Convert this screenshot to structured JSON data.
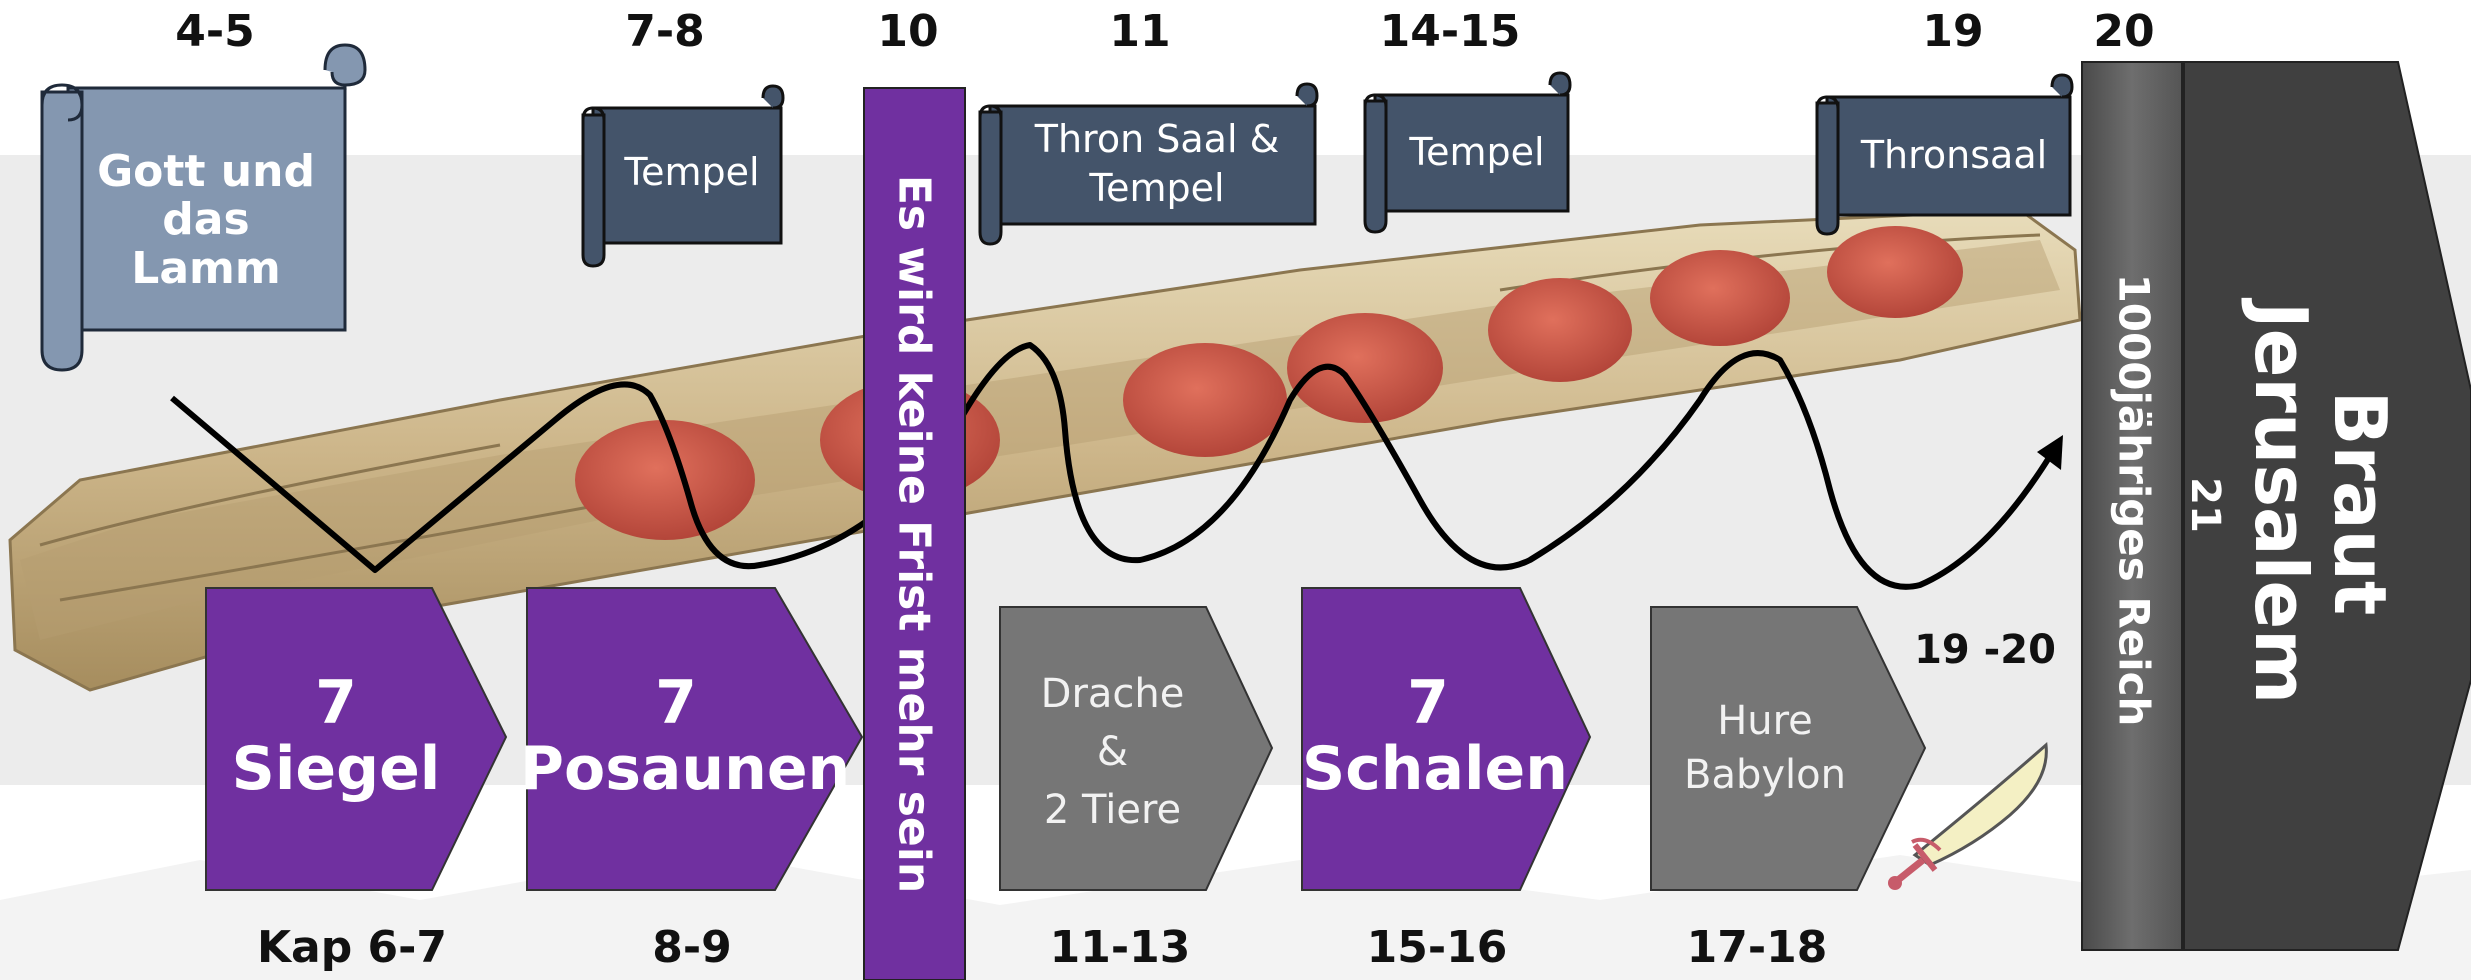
{
  "top_chapters": [
    "4-5",
    "7-8",
    "10",
    "11",
    "14-15",
    "19",
    "20"
  ],
  "bottom_chapters": [
    "Kap 6-7",
    "8-9",
    "11-13",
    "15-16",
    "17-18"
  ],
  "scrolls": [
    {
      "line1": "Gott und",
      "line2": "das Lamm"
    },
    {
      "line1": "Tempel"
    },
    {
      "line1": "Thron Saal &",
      "line2": "Tempel"
    },
    {
      "line1": "Tempel"
    },
    {
      "line1": "Thronsaal"
    }
  ],
  "arrows": [
    {
      "number": "7",
      "label": "Siegel"
    },
    {
      "number": "7",
      "label": "Posaunen"
    },
    {
      "line1": "Drache",
      "line2": "&",
      "line3": "2 Tiere"
    },
    {
      "number": "7",
      "label": "Schalen"
    },
    {
      "line1": "Hure",
      "line2": "Babylon"
    }
  ],
  "vertical_bar": "Es wird keine Frist mehr sein",
  "reich": {
    "label": "1000jähriges Reich",
    "chapter": "21"
  },
  "braut": {
    "line1": "Braut",
    "line2": "Jerusalem"
  },
  "note_19_20": "19 -20",
  "colors": {
    "purple": "#7030a0",
    "gray_arrow": "#767676",
    "scroll_light": "#8497b0",
    "scroll_dark": "#44546a",
    "reich": "#5f5f5f",
    "braut": "#404040",
    "seal": "#c0504d",
    "parchment": "#d9c7a0"
  },
  "icons": [
    "sword-icon",
    "scroll-image"
  ]
}
